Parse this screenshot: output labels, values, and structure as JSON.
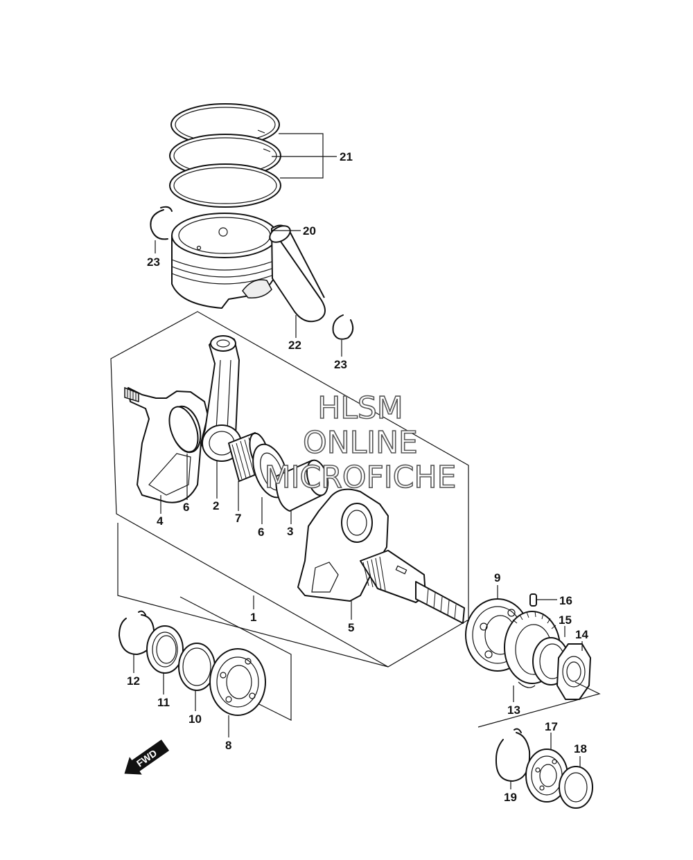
{
  "callouts": [
    {
      "id": "c21",
      "label": "21"
    },
    {
      "id": "c20",
      "label": "20"
    },
    {
      "id": "c23a",
      "label": "23"
    },
    {
      "id": "c22",
      "label": "22"
    },
    {
      "id": "c23b",
      "label": "23"
    },
    {
      "id": "c4",
      "label": "4"
    },
    {
      "id": "c6a",
      "label": "6"
    },
    {
      "id": "c2",
      "label": "2"
    },
    {
      "id": "c7",
      "label": "7"
    },
    {
      "id": "c6b",
      "label": "6"
    },
    {
      "id": "c3",
      "label": "3"
    },
    {
      "id": "c1",
      "label": "1"
    },
    {
      "id": "c5",
      "label": "5"
    },
    {
      "id": "c9",
      "label": "9"
    },
    {
      "id": "c16",
      "label": "16"
    },
    {
      "id": "c15",
      "label": "15"
    },
    {
      "id": "c14",
      "label": "14"
    },
    {
      "id": "c13",
      "label": "13"
    },
    {
      "id": "c12",
      "label": "12"
    },
    {
      "id": "c11",
      "label": "11"
    },
    {
      "id": "c10",
      "label": "10"
    },
    {
      "id": "c8",
      "label": "8"
    },
    {
      "id": "c17",
      "label": "17"
    },
    {
      "id": "c18",
      "label": "18"
    },
    {
      "id": "c19",
      "label": "19"
    }
  ],
  "watermark": {
    "line1": "HLSM",
    "line2": "ONLINE",
    "line3": "MICROFICHE"
  },
  "fwd_arrow": {
    "label": "FWD",
    "icon": "fwd-arrow-icon"
  }
}
